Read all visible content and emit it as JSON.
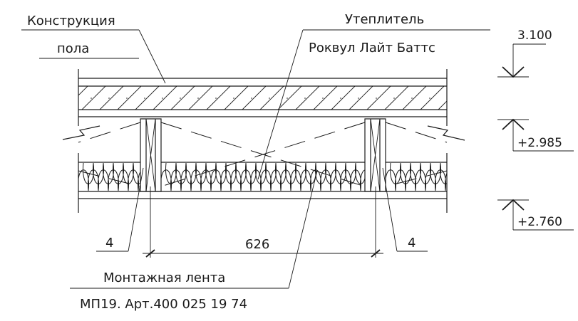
{
  "labels": {
    "floor_construction_line1": "Конструкция",
    "floor_construction_line2": "пола",
    "insulation_line1": "Утеплитель",
    "insulation_line2": "Роквул Лайт Баттс",
    "tape_line1": "Монтажная лента",
    "tape_line2": "МП19. Арт.400 025 19 74"
  },
  "dimensions": {
    "left_gap": "4",
    "span": "626",
    "right_gap": "4"
  },
  "levels": [
    {
      "value": "3.100",
      "direction": "down"
    },
    {
      "value": "+2.985",
      "direction": "up"
    },
    {
      "value": "+2.760",
      "direction": "up"
    }
  ]
}
